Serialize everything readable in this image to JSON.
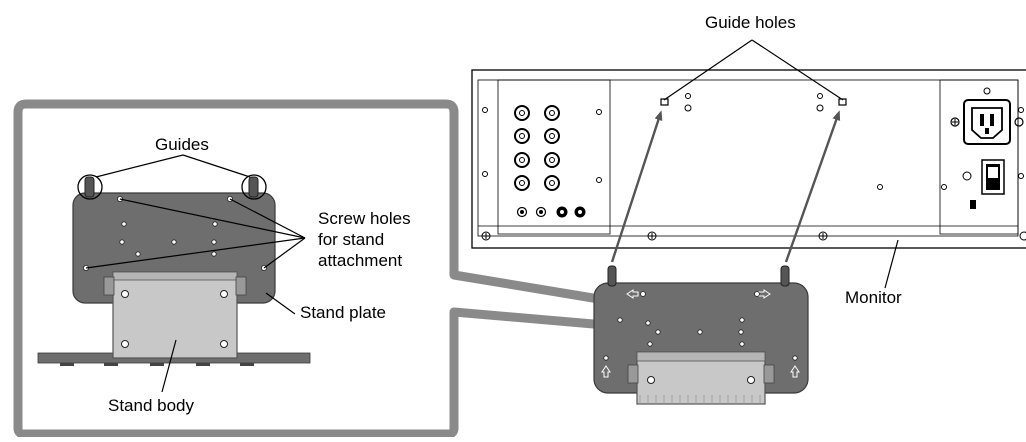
{
  "labels": {
    "guide_holes": "Guide holes",
    "guides": "Guides",
    "screw_holes_line1": "Screw holes",
    "screw_holes_line2": "for stand",
    "screw_holes_line3": "attachment",
    "stand_plate": "Stand plate",
    "stand_body": "Stand body",
    "monitor": "Monitor"
  },
  "colors": {
    "plate": "#6e6e6e",
    "plate_edge": "#3a3a3a",
    "stand_body": "#c8c8c8",
    "callout_frame": "#8a8a8a",
    "arrow": "#555555",
    "line": "#000000"
  }
}
